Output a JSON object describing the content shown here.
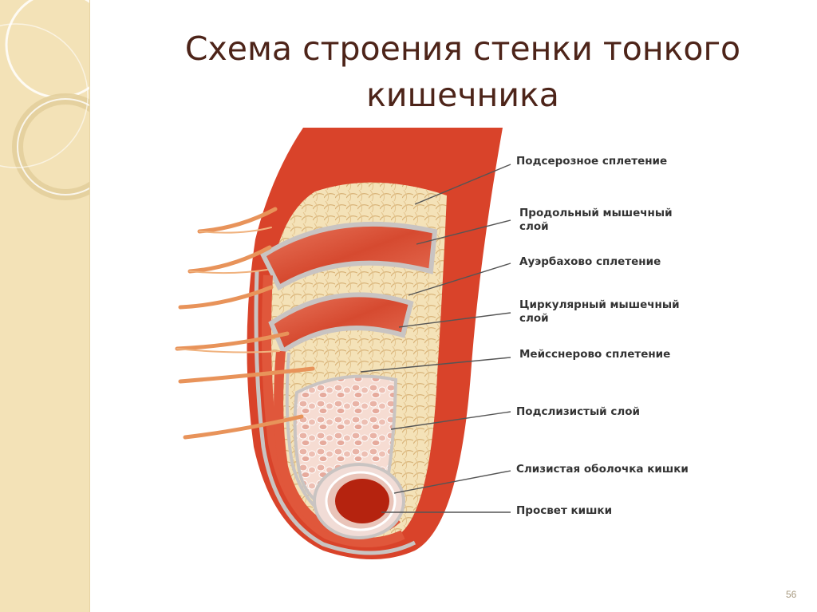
{
  "slide": {
    "title_line1": "Схема строения стенки тонкого",
    "title_line2": "кишечника",
    "page_number": "56"
  },
  "diagram": {
    "labels": [
      {
        "line1": "Подсерозное сплетение",
        "line2": ""
      },
      {
        "line1": "Продольный мышечный",
        "line2": "слой"
      },
      {
        "line1": "Ауэрбахово сплетение",
        "line2": ""
      },
      {
        "line1": "Циркулярный мышечный",
        "line2": "слой"
      },
      {
        "line1": "Мейсснерово сплетение",
        "line2": ""
      },
      {
        "line1": "Подслизистый слой",
        "line2": ""
      },
      {
        "line1": "Слизистая оболочка кишки",
        "line2": ""
      },
      {
        "line1": "Просвет кишки",
        "line2": ""
      }
    ]
  },
  "colors": {
    "title": "#4d2419",
    "side_strip": "#f3e2b7",
    "serosa_red": "#d9432a",
    "muscle_red": "#e06045",
    "plexus_yellow": "#f4e2b8",
    "submucosa_pink": "#f4d3c8",
    "lumen": "#b5230f"
  }
}
